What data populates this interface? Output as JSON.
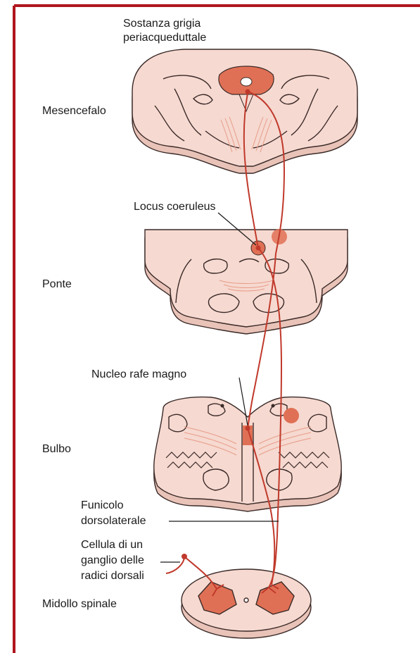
{
  "labels": {
    "pag_line1": "Sostanza grigia",
    "pag_line2": "periacqueduttale",
    "mesencefalo": "Mesencefalo",
    "locus": "Locus coeruleus",
    "ponte": "Ponte",
    "rafe": "Nucleo rafe magno",
    "bulbo": "Bulbo",
    "funicolo_line1": "Funicolo",
    "funicolo_line2": "dorsolaterale",
    "cellula_line1": "Cellula di un",
    "cellula_line2": "ganglio delle",
    "cellula_line3": "radici dorsali",
    "midollo": "Midollo spinale"
  },
  "colors": {
    "border": "#b0161e",
    "tissue": "#f6d9d0",
    "tissue_side": "#e9c3b8",
    "outline": "#3a2a28",
    "nucleus": "#e07055",
    "pathway": "#c0392b",
    "fiber": "#e79c88"
  }
}
